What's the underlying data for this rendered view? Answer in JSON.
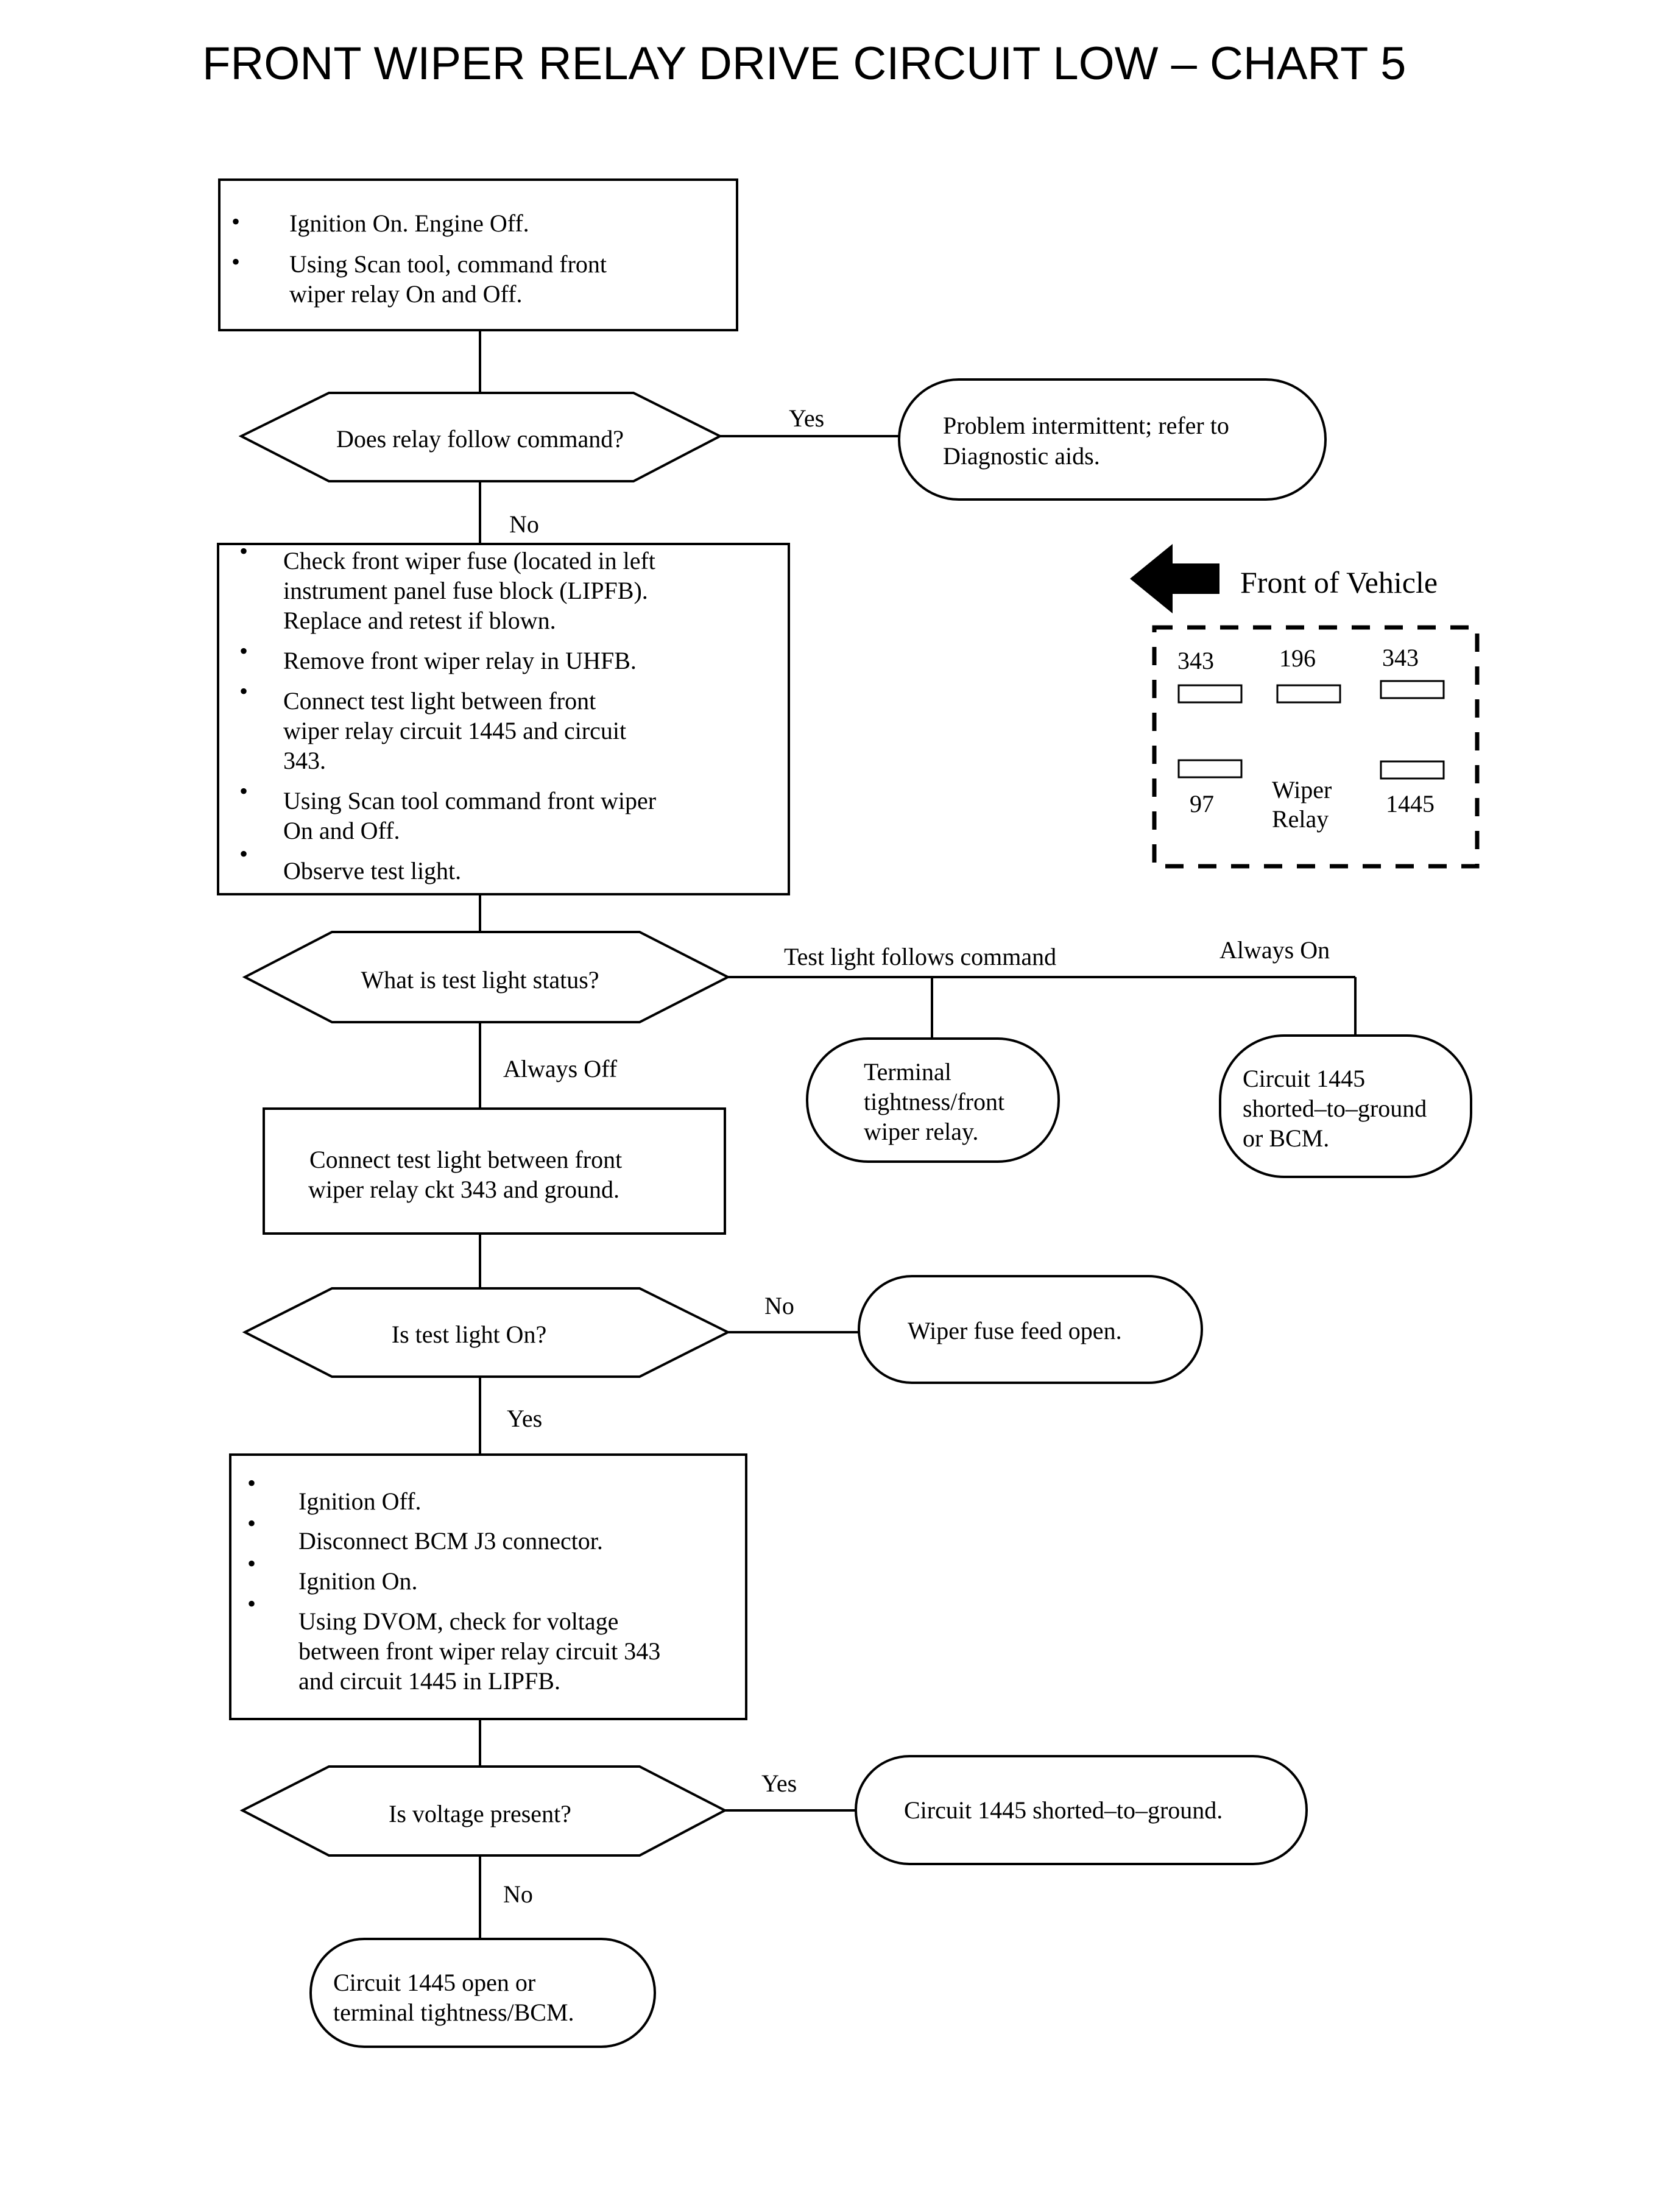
{
  "title": "FRONT WIPER RELAY DRIVE CIRCUIT LOW – CHART 5",
  "bullet": "•",
  "steps": {
    "step1": [
      [
        "Ignition On. Engine Off."
      ],
      [
        "Using Scan tool, command front",
        "wiper relay On and Off."
      ]
    ],
    "step2": [
      [
        "Check front wiper fuse (located in left",
        "instrument panel fuse block (LIPFB).",
        "Replace and retest if blown."
      ],
      [
        "Remove front wiper relay in UHFB."
      ],
      [
        "Connect test light between front",
        "wiper relay circuit 1445 and circuit",
        "343."
      ],
      [
        "Using Scan tool command front wiper",
        "On and Off."
      ],
      [
        "Observe test light."
      ]
    ],
    "step3": [
      "Connect test light between front",
      "wiper relay ckt 343 and ground."
    ],
    "step4": [
      [
        "Ignition Off."
      ],
      [
        "Disconnect BCM J3 connector."
      ],
      [
        "Ignition On."
      ],
      [
        "Using DVOM, check for voltage",
        "between front wiper relay circuit 343",
        "and circuit 1445 in LIPFB."
      ]
    ]
  },
  "decisions": {
    "d1": "Does relay follow command?",
    "d2": "What is test light status?",
    "d3": "Is test light On?",
    "d4": "Is voltage present?"
  },
  "results": {
    "r1": [
      "Problem intermittent; refer to",
      "Diagnostic aids."
    ],
    "r2": [
      "Terminal",
      "tightness/front",
      "wiper relay."
    ],
    "r3": [
      "Circuit 1445",
      "shorted–to–ground",
      "or BCM."
    ],
    "r4": [
      "Wiper fuse feed open."
    ],
    "r5": [
      "Circuit 1445 shorted–to–ground."
    ],
    "r6": [
      "Circuit 1445 open or",
      "terminal tightness/BCM."
    ]
  },
  "branch_labels": {
    "d1_yes": "Yes",
    "d1_no": "No",
    "d2_follows": "Test light follows command",
    "d2_on": "Always On",
    "d2_off": "Always Off",
    "d3_no": "No",
    "d3_yes": "Yes",
    "d4_yes": "Yes",
    "d4_no": "No"
  },
  "relay_diagram": {
    "front_label": "Front of Vehicle",
    "pin_top_left": "343",
    "pin_top_mid": "196",
    "pin_top_right": "343",
    "pin_bottom_left": "97",
    "pin_bottom_right": "1445",
    "relay_label": [
      "Wiper",
      "Relay"
    ],
    "arrow_icon": "arrow-left-icon"
  }
}
